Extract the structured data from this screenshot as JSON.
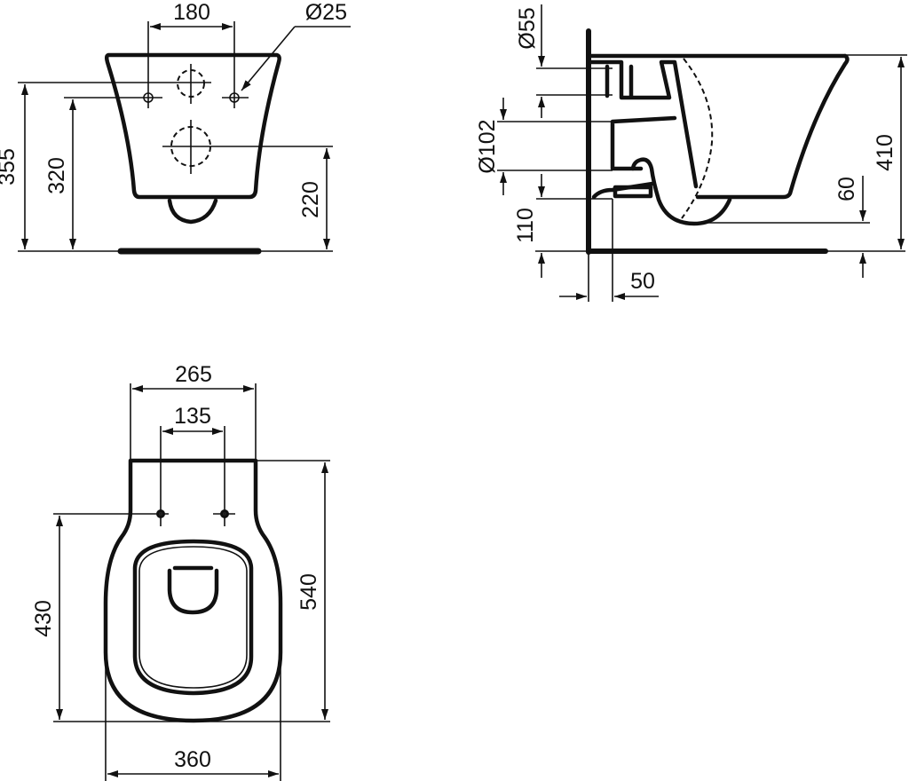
{
  "drawing": {
    "type": "technical-dimension-drawing",
    "subject": "wall-hung toilet",
    "line_color": "#111111",
    "background": "#ffffff",
    "views": {
      "front": {
        "dimensions": {
          "fixing_hole_spacing": "180",
          "fixing_hole_diameter": "Ø25",
          "height_to_top_hole": "355",
          "height_to_fixing_holes": "320",
          "height_to_outlet": "220"
        }
      },
      "side": {
        "dimensions": {
          "inlet_diameter": "Ø55",
          "outlet_diameter": "Ø102",
          "outlet_height": "110",
          "total_height": "410",
          "bottom_clearance": "60",
          "wall_offset": "50"
        }
      },
      "top": {
        "dimensions": {
          "rear_width": "265",
          "seat_fixing_spacing": "135",
          "fixing_to_front": "430",
          "total_length": "540",
          "total_width": "360"
        }
      }
    }
  }
}
